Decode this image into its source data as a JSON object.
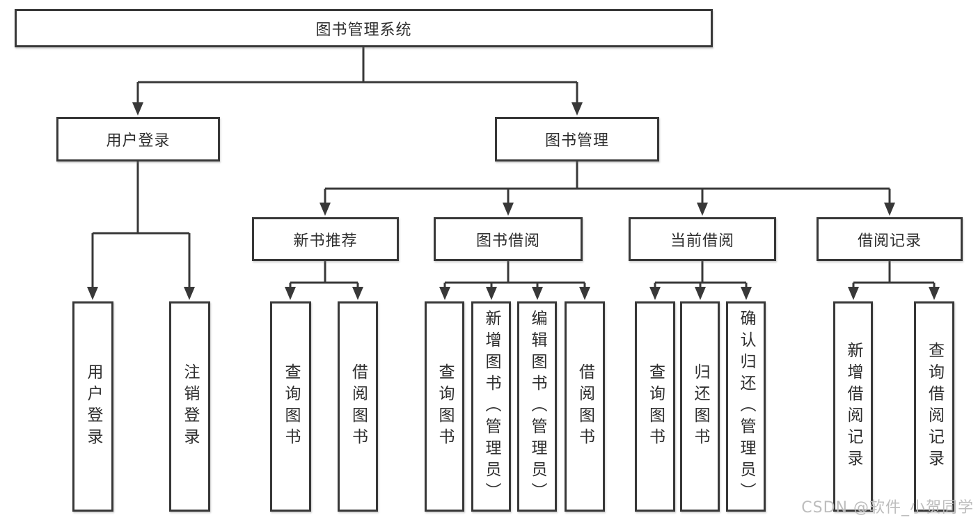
{
  "tree": {
    "root": {
      "label": "图书管理系统",
      "children": [
        {
          "label": "用户登录",
          "children": [
            {
              "label": "用户登录"
            },
            {
              "label": "注销登录"
            }
          ]
        },
        {
          "label": "图书管理",
          "children": [
            {
              "label": "新书推荐",
              "children": [
                {
                  "label": "查询图书"
                },
                {
                  "label": "借阅图书"
                }
              ]
            },
            {
              "label": "图书借阅",
              "children": [
                {
                  "label": "查询图书"
                },
                {
                  "label": "新增图书（管理员）"
                },
                {
                  "label": "编辑图书（管理员）"
                },
                {
                  "label": "借阅图书"
                }
              ]
            },
            {
              "label": "当前借阅",
              "children": [
                {
                  "label": "查询图书"
                },
                {
                  "label": "归还图书"
                },
                {
                  "label": "确认归还（管理员）"
                }
              ]
            },
            {
              "label": "借阅记录",
              "children": [
                {
                  "label": "新增借阅记录"
                },
                {
                  "label": "查询借阅记录"
                }
              ]
            }
          ]
        }
      ]
    }
  },
  "watermark": "CSDN @软件_小贺同学",
  "colors": {
    "line": "#383838",
    "box_border": "#383838",
    "text": "#2e2e2e",
    "watermark": "#b9b9b9",
    "background": "#ffffff"
  }
}
